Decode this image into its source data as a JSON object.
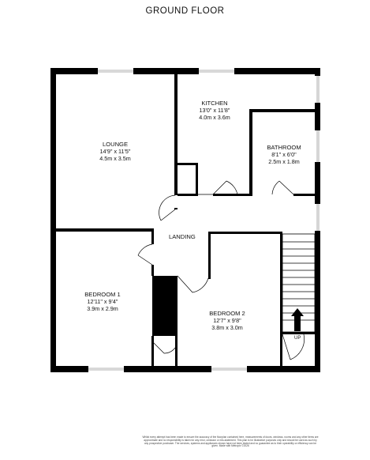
{
  "title": "GROUND FLOOR",
  "rooms": {
    "lounge": {
      "name": "LOUNGE",
      "imperial": "14'9\" x 11'5\"",
      "metric": "4.5m  x 3.5m"
    },
    "kitchen": {
      "name": "KITCHEN",
      "imperial": "13'0\" x 11'8\"",
      "metric": "4.0m  x 3.6m"
    },
    "bathroom": {
      "name": "BATHROOM",
      "imperial": "8'1\" x 6'0\"",
      "metric": "2.5m  x 1.8m"
    },
    "bedroom1": {
      "name": "BEDROOM 1",
      "imperial": "12'11\" x 9'4\"",
      "metric": "3.9m  x 2.9m"
    },
    "bedroom2": {
      "name": "BEDROOM 2",
      "imperial": "12'7\" x 9'8\"",
      "metric": "3.8m  x 3.0m"
    }
  },
  "landing": "LANDING",
  "stairs_label": "UP",
  "disclaimer": "Whilst every attempt has been made to ensure the accuracy of the floorplan contained here, measurements of doors, windows, rooms and any other items are approximate and no responsibility is taken for any error, omission or mis-statement. This plan is for illustrative purposes only and should be used as such by any prospective purchaser. The services, systems and appliances shown have not been tested and no guarantee as to their operability or efficiency can be given. Made with Metropix ©2026"
}
